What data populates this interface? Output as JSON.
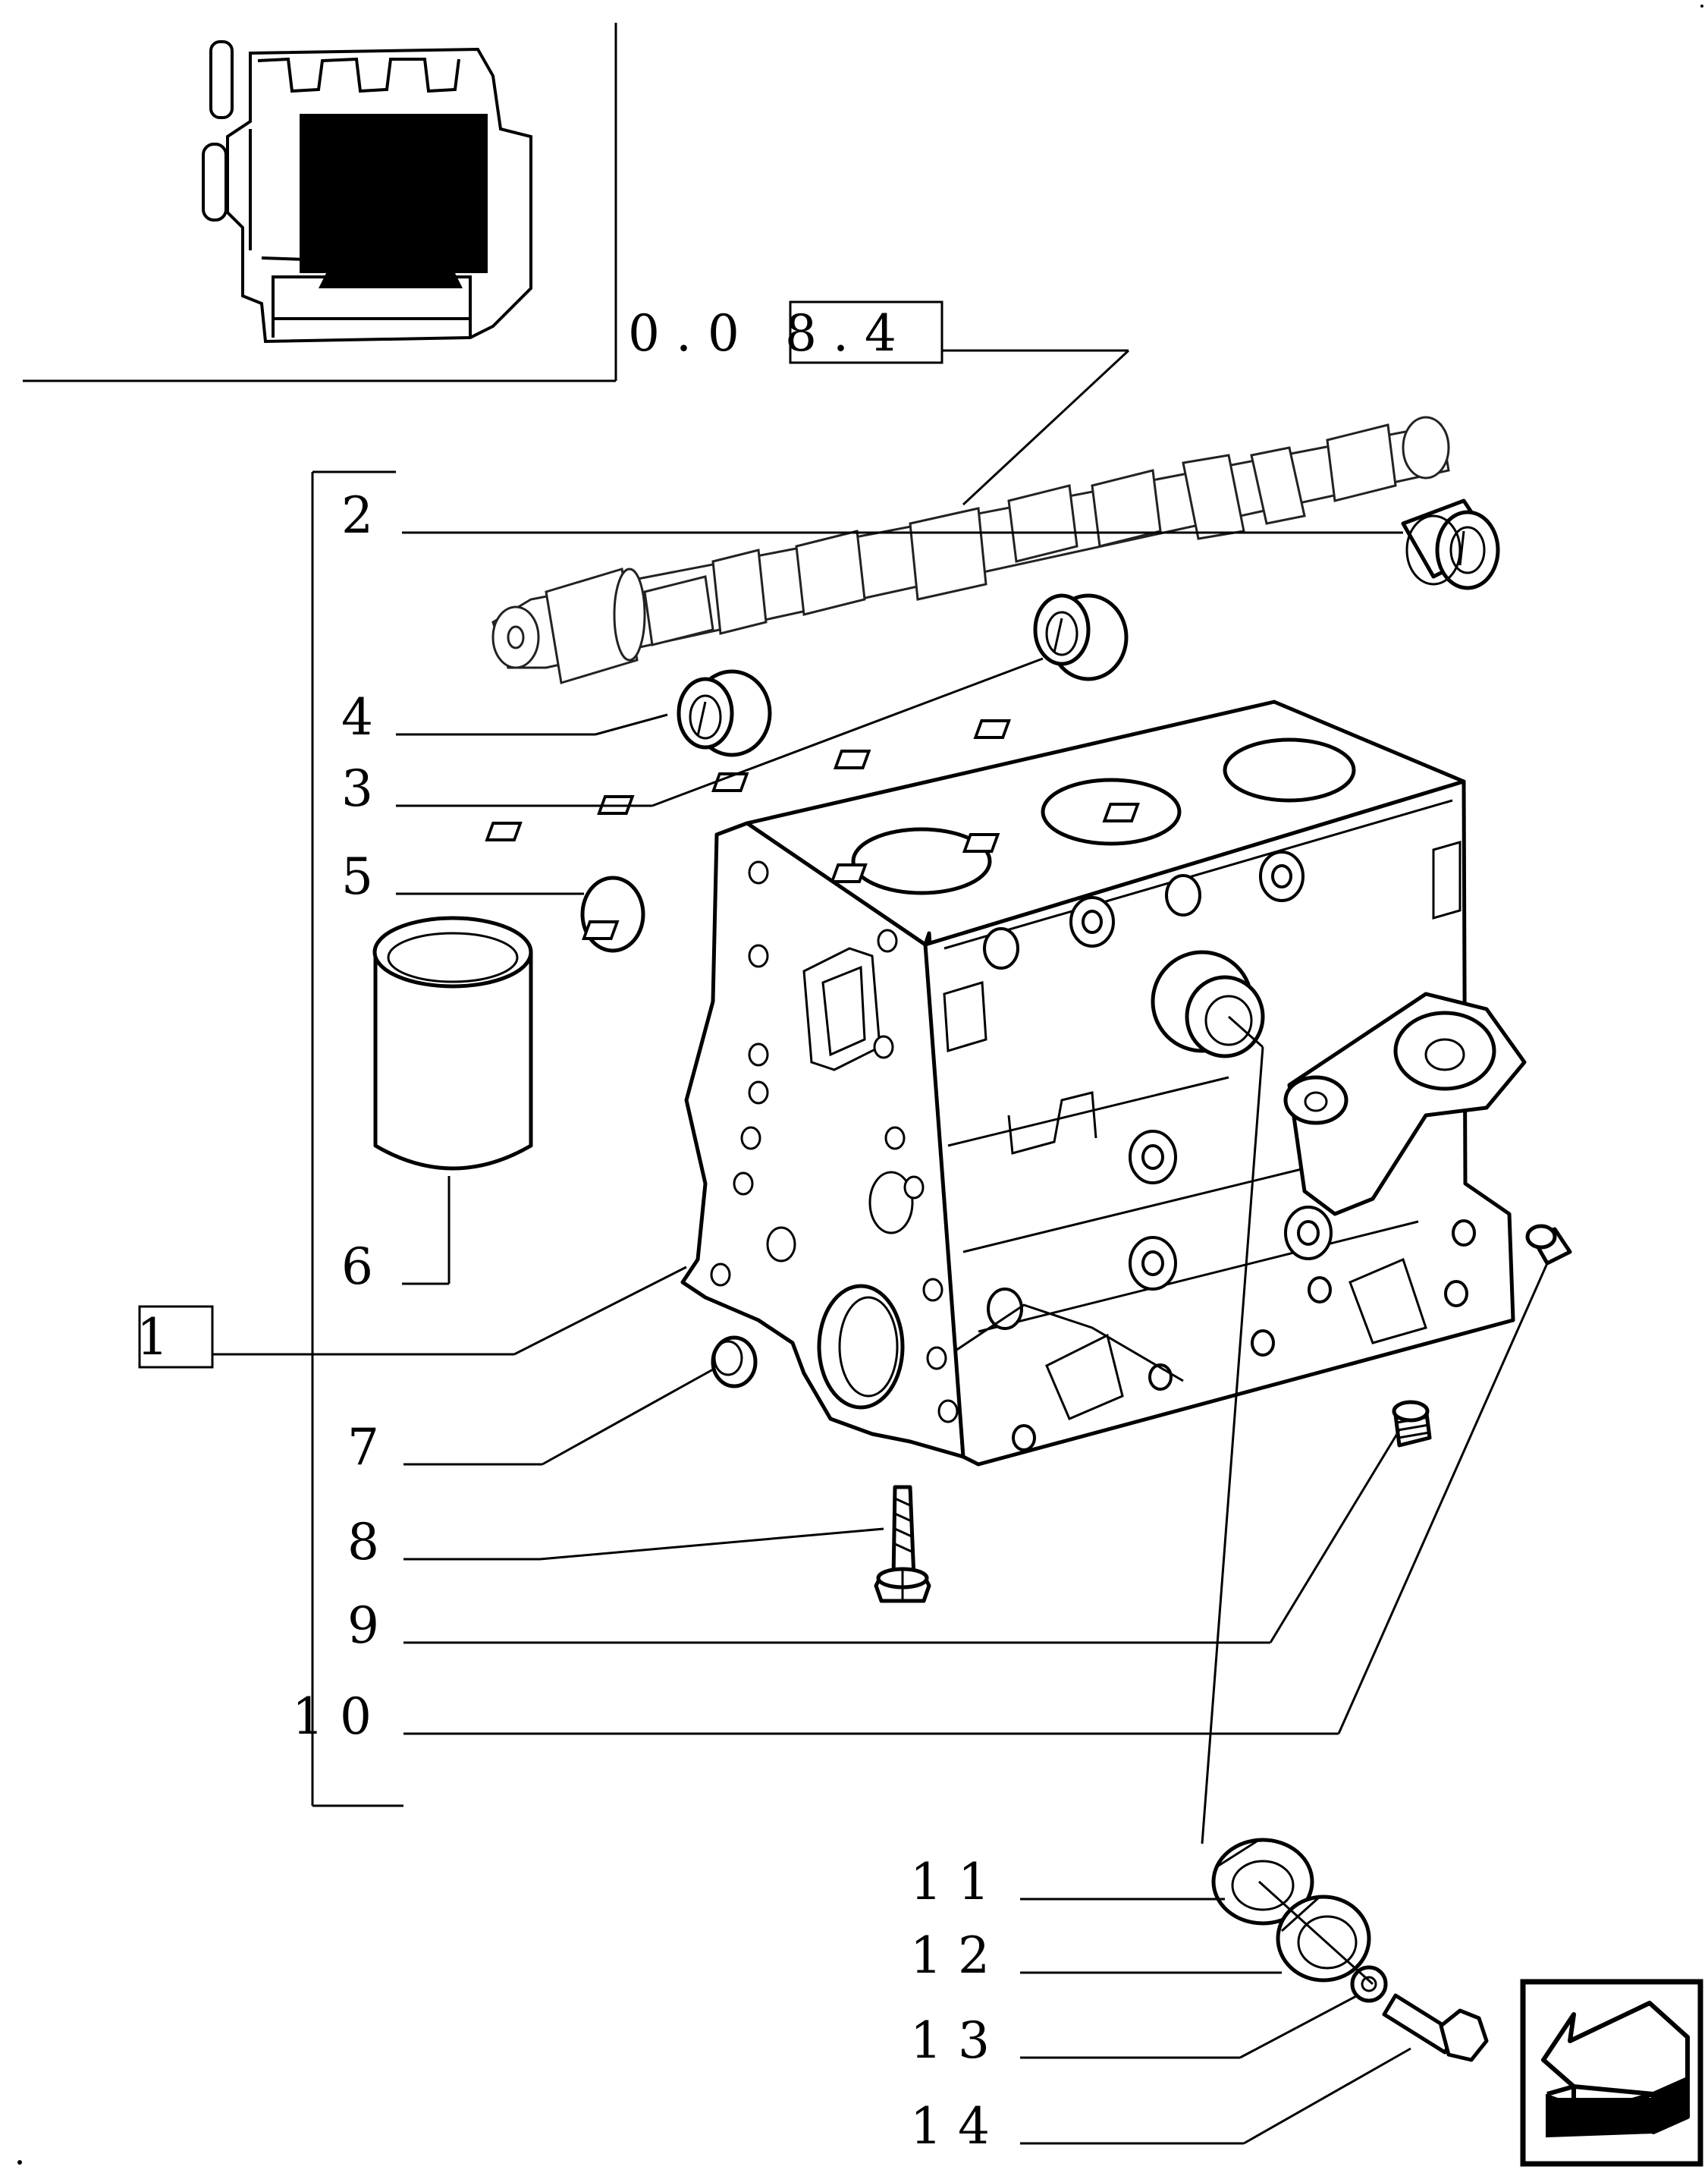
{
  "reference": {
    "prefix": "0 . 0",
    "boxed": "8 . 4"
  },
  "callouts": [
    {
      "id": "2",
      "text": "2"
    },
    {
      "id": "4",
      "text": "4"
    },
    {
      "id": "3",
      "text": "3"
    },
    {
      "id": "5",
      "text": "5"
    },
    {
      "id": "6",
      "text": "6"
    },
    {
      "id": "1",
      "text": "1"
    },
    {
      "id": "7",
      "text": "7"
    },
    {
      "id": "8",
      "text": "8"
    },
    {
      "id": "9",
      "text": "9"
    },
    {
      "id": "10",
      "text": "1 0"
    },
    {
      "id": "11",
      "text": "1 1"
    },
    {
      "id": "12",
      "text": "1 2"
    },
    {
      "id": "13",
      "text": "1 3"
    },
    {
      "id": "14",
      "text": "1 4"
    }
  ],
  "icons": {
    "thumbnail": "engine-thumbnail-icon",
    "navigation": "back-arrow-icon"
  },
  "colors": {
    "ink": "#000000",
    "paper": "#ffffff"
  }
}
